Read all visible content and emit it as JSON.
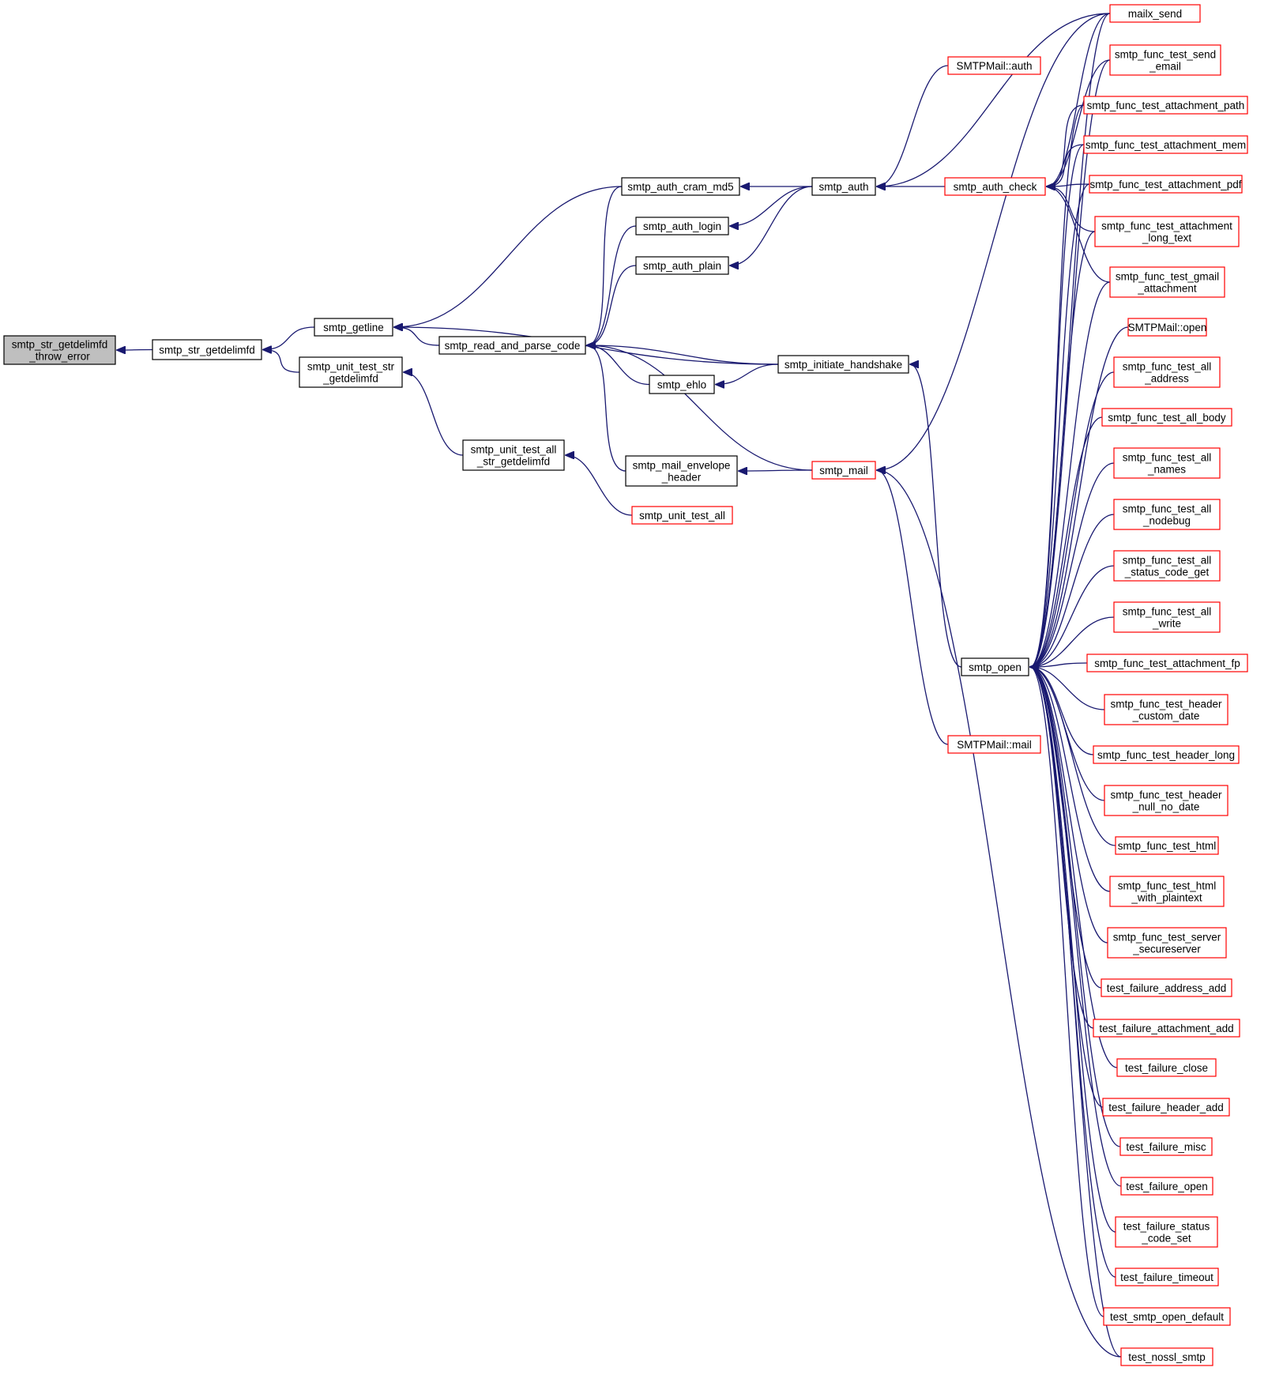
{
  "colors": {
    "edge": "#191970",
    "focus_fill": "#bfbfbf",
    "focus_stroke": "#000000",
    "internal_stroke": "#000000",
    "external_stroke": "#ff0000",
    "node_fill": "#ffffff"
  },
  "nodes": [
    {
      "id": "n0",
      "lines": [
        "smtp_str_getdelimfd",
        "_throw_error"
      ],
      "kind": "focus"
    },
    {
      "id": "n1",
      "lines": [
        "smtp_str_getdelimfd"
      ],
      "kind": "internal"
    },
    {
      "id": "n2",
      "lines": [
        "smtp_getline"
      ],
      "kind": "internal"
    },
    {
      "id": "n3",
      "lines": [
        "smtp_unit_test_str",
        "_getdelimfd"
      ],
      "kind": "internal"
    },
    {
      "id": "n4",
      "lines": [
        "smtp_read_and_parse_code"
      ],
      "kind": "internal"
    },
    {
      "id": "n5",
      "lines": [
        "smtp_unit_test_all",
        "_str_getdelimfd"
      ],
      "kind": "internal"
    },
    {
      "id": "n6",
      "lines": [
        "smtp_auth_cram_md5"
      ],
      "kind": "internal"
    },
    {
      "id": "n7",
      "lines": [
        "smtp_auth_login"
      ],
      "kind": "internal"
    },
    {
      "id": "n8",
      "lines": [
        "smtp_auth_plain"
      ],
      "kind": "internal"
    },
    {
      "id": "n9",
      "lines": [
        "smtp_ehlo"
      ],
      "kind": "internal"
    },
    {
      "id": "n10",
      "lines": [
        "smtp_mail_envelope",
        "_header"
      ],
      "kind": "internal"
    },
    {
      "id": "n11",
      "lines": [
        "smtp_unit_test_all"
      ],
      "kind": "external"
    },
    {
      "id": "n12",
      "lines": [
        "smtp_auth"
      ],
      "kind": "internal"
    },
    {
      "id": "n13",
      "lines": [
        "smtp_initiate_handshake"
      ],
      "kind": "internal"
    },
    {
      "id": "n14",
      "lines": [
        "smtp_mail"
      ],
      "kind": "external"
    },
    {
      "id": "n15",
      "lines": [
        "SMTPMail::auth"
      ],
      "kind": "external"
    },
    {
      "id": "n16",
      "lines": [
        "smtp_auth_check"
      ],
      "kind": "external"
    },
    {
      "id": "n17",
      "lines": [
        "smtp_open"
      ],
      "kind": "internal"
    },
    {
      "id": "n18",
      "lines": [
        "SMTPMail::mail"
      ],
      "kind": "external"
    },
    {
      "id": "n19",
      "lines": [
        "mailx_send"
      ],
      "kind": "external"
    },
    {
      "id": "n20",
      "lines": [
        "smtp_func_test_send",
        "_email"
      ],
      "kind": "external"
    },
    {
      "id": "n21",
      "lines": [
        "smtp_func_test_attachment_path"
      ],
      "kind": "external"
    },
    {
      "id": "n22",
      "lines": [
        "smtp_func_test_attachment_mem"
      ],
      "kind": "external"
    },
    {
      "id": "n23",
      "lines": [
        "smtp_func_test_attachment_pdf"
      ],
      "kind": "external"
    },
    {
      "id": "n24",
      "lines": [
        "smtp_func_test_attachment",
        "_long_text"
      ],
      "kind": "external"
    },
    {
      "id": "n25",
      "lines": [
        "smtp_func_test_gmail",
        "_attachment"
      ],
      "kind": "external"
    },
    {
      "id": "n26",
      "lines": [
        "SMTPMail::open"
      ],
      "kind": "external"
    },
    {
      "id": "n27",
      "lines": [
        "smtp_func_test_all",
        "_address"
      ],
      "kind": "external"
    },
    {
      "id": "n28",
      "lines": [
        "smtp_func_test_all_body"
      ],
      "kind": "external"
    },
    {
      "id": "n29",
      "lines": [
        "smtp_func_test_all",
        "_names"
      ],
      "kind": "external"
    },
    {
      "id": "n30",
      "lines": [
        "smtp_func_test_all",
        "_nodebug"
      ],
      "kind": "external"
    },
    {
      "id": "n31",
      "lines": [
        "smtp_func_test_all",
        "_status_code_get"
      ],
      "kind": "external"
    },
    {
      "id": "n32",
      "lines": [
        "smtp_func_test_all",
        "_write"
      ],
      "kind": "external"
    },
    {
      "id": "n33",
      "lines": [
        "smtp_func_test_attachment_fp"
      ],
      "kind": "external"
    },
    {
      "id": "n34",
      "lines": [
        "smtp_func_test_header",
        "_custom_date"
      ],
      "kind": "external"
    },
    {
      "id": "n35",
      "lines": [
        "smtp_func_test_header_long"
      ],
      "kind": "external"
    },
    {
      "id": "n36",
      "lines": [
        "smtp_func_test_header",
        "_null_no_date"
      ],
      "kind": "external"
    },
    {
      "id": "n37",
      "lines": [
        "smtp_func_test_html"
      ],
      "kind": "external"
    },
    {
      "id": "n38",
      "lines": [
        "smtp_func_test_html",
        "_with_plaintext"
      ],
      "kind": "external"
    },
    {
      "id": "n39",
      "lines": [
        "smtp_func_test_server",
        "_secureserver"
      ],
      "kind": "external"
    },
    {
      "id": "n40",
      "lines": [
        "test_failure_address_add"
      ],
      "kind": "external"
    },
    {
      "id": "n41",
      "lines": [
        "test_failure_attachment_add"
      ],
      "kind": "external"
    },
    {
      "id": "n42",
      "lines": [
        "test_failure_close"
      ],
      "kind": "external"
    },
    {
      "id": "n43",
      "lines": [
        "test_failure_header_add"
      ],
      "kind": "external"
    },
    {
      "id": "n44",
      "lines": [
        "test_failure_misc"
      ],
      "kind": "external"
    },
    {
      "id": "n45",
      "lines": [
        "test_failure_open"
      ],
      "kind": "external"
    },
    {
      "id": "n46",
      "lines": [
        "test_failure_status",
        "_code_set"
      ],
      "kind": "external"
    },
    {
      "id": "n47",
      "lines": [
        "test_failure_timeout"
      ],
      "kind": "external"
    },
    {
      "id": "n48",
      "lines": [
        "test_smtp_open_default"
      ],
      "kind": "external"
    },
    {
      "id": "n49",
      "lines": [
        "test_nossl_smtp"
      ],
      "kind": "external"
    }
  ],
  "edges": [
    [
      "n1",
      "n0"
    ],
    [
      "n2",
      "n1"
    ],
    [
      "n3",
      "n1"
    ],
    [
      "n4",
      "n2"
    ],
    [
      "n6",
      "n2"
    ],
    [
      "n13",
      "n2"
    ],
    [
      "n5",
      "n3"
    ],
    [
      "n6",
      "n4"
    ],
    [
      "n7",
      "n4"
    ],
    [
      "n8",
      "n4"
    ],
    [
      "n9",
      "n4"
    ],
    [
      "n10",
      "n4"
    ],
    [
      "n13",
      "n4"
    ],
    [
      "n14",
      "n4"
    ],
    [
      "n11",
      "n5"
    ],
    [
      "n12",
      "n6"
    ],
    [
      "n12",
      "n7"
    ],
    [
      "n12",
      "n8"
    ],
    [
      "n13",
      "n9"
    ],
    [
      "n14",
      "n10"
    ],
    [
      "n15",
      "n12"
    ],
    [
      "n16",
      "n12"
    ],
    [
      "n19",
      "n12"
    ],
    [
      "n17",
      "n13"
    ],
    [
      "n18",
      "n14"
    ],
    [
      "n49",
      "n14"
    ],
    [
      "n19",
      "n14"
    ],
    [
      "n19",
      "n16"
    ],
    [
      "n20",
      "n16"
    ],
    [
      "n21",
      "n16"
    ],
    [
      "n22",
      "n16"
    ],
    [
      "n23",
      "n16"
    ],
    [
      "n24",
      "n16"
    ],
    [
      "n25",
      "n16"
    ],
    [
      "n19",
      "n17"
    ],
    [
      "n20",
      "n17"
    ],
    [
      "n21",
      "n17"
    ],
    [
      "n22",
      "n17"
    ],
    [
      "n23",
      "n17"
    ],
    [
      "n24",
      "n17"
    ],
    [
      "n25",
      "n17"
    ],
    [
      "n26",
      "n17"
    ],
    [
      "n27",
      "n17"
    ],
    [
      "n28",
      "n17"
    ],
    [
      "n29",
      "n17"
    ],
    [
      "n30",
      "n17"
    ],
    [
      "n31",
      "n17"
    ],
    [
      "n32",
      "n17"
    ],
    [
      "n33",
      "n17"
    ],
    [
      "n34",
      "n17"
    ],
    [
      "n35",
      "n17"
    ],
    [
      "n36",
      "n17"
    ],
    [
      "n37",
      "n17"
    ],
    [
      "n38",
      "n17"
    ],
    [
      "n39",
      "n17"
    ],
    [
      "n40",
      "n17"
    ],
    [
      "n41",
      "n17"
    ],
    [
      "n42",
      "n17"
    ],
    [
      "n43",
      "n17"
    ],
    [
      "n44",
      "n17"
    ],
    [
      "n45",
      "n17"
    ],
    [
      "n46",
      "n17"
    ],
    [
      "n47",
      "n17"
    ],
    [
      "n48",
      "n17"
    ],
    [
      "n49",
      "n17"
    ]
  ]
}
